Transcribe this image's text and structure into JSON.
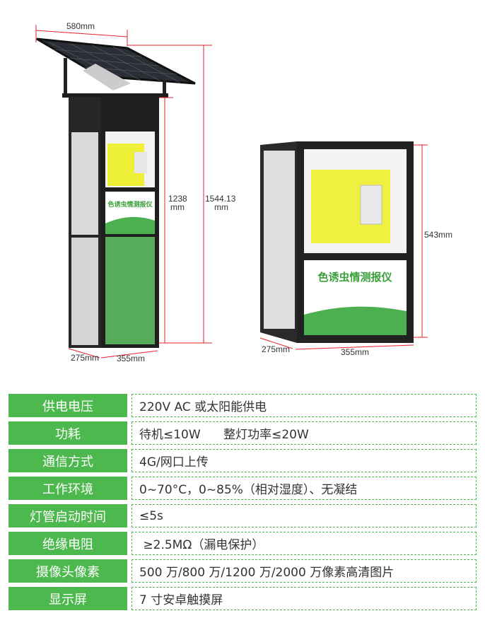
{
  "product_label": "色诱虫情测报仪",
  "dimensions": {
    "panel_width": "580mm",
    "body_height_value": "1238",
    "body_height_unit": "mm",
    "total_height_value": "1544.13",
    "total_height_unit": "mm",
    "depth_left": "275mm",
    "width_left": "355mm",
    "box_height": "543mm",
    "depth_right": "275mm",
    "width_right": "355mm"
  },
  "specs": [
    {
      "label": "供电电压",
      "value": "220V AC 或太阳能供电"
    },
    {
      "label": "功耗",
      "value": "待机≤10W      整灯功率≤20W"
    },
    {
      "label": "通信方式",
      "value": "4G/网口上传"
    },
    {
      "label": "工作环境",
      "value": "0~70°C，0~85%（相对湿度）、无凝结"
    },
    {
      "label": "灯管启动时间",
      "value": "≤5s"
    },
    {
      "label": "绝缘电阻",
      "value": " ≥2.5MΩ（漏电保护）"
    },
    {
      "label": "摄像头像素",
      "value": "500 万/800 万/1200 万/2000 万像素高清图片"
    },
    {
      "label": "显示屏",
      "value": "7 寸安卓触摸屏"
    }
  ],
  "colors": {
    "green": "#4cb84d",
    "dim_red": "#e8202a",
    "yellow": "#f1f02c"
  }
}
